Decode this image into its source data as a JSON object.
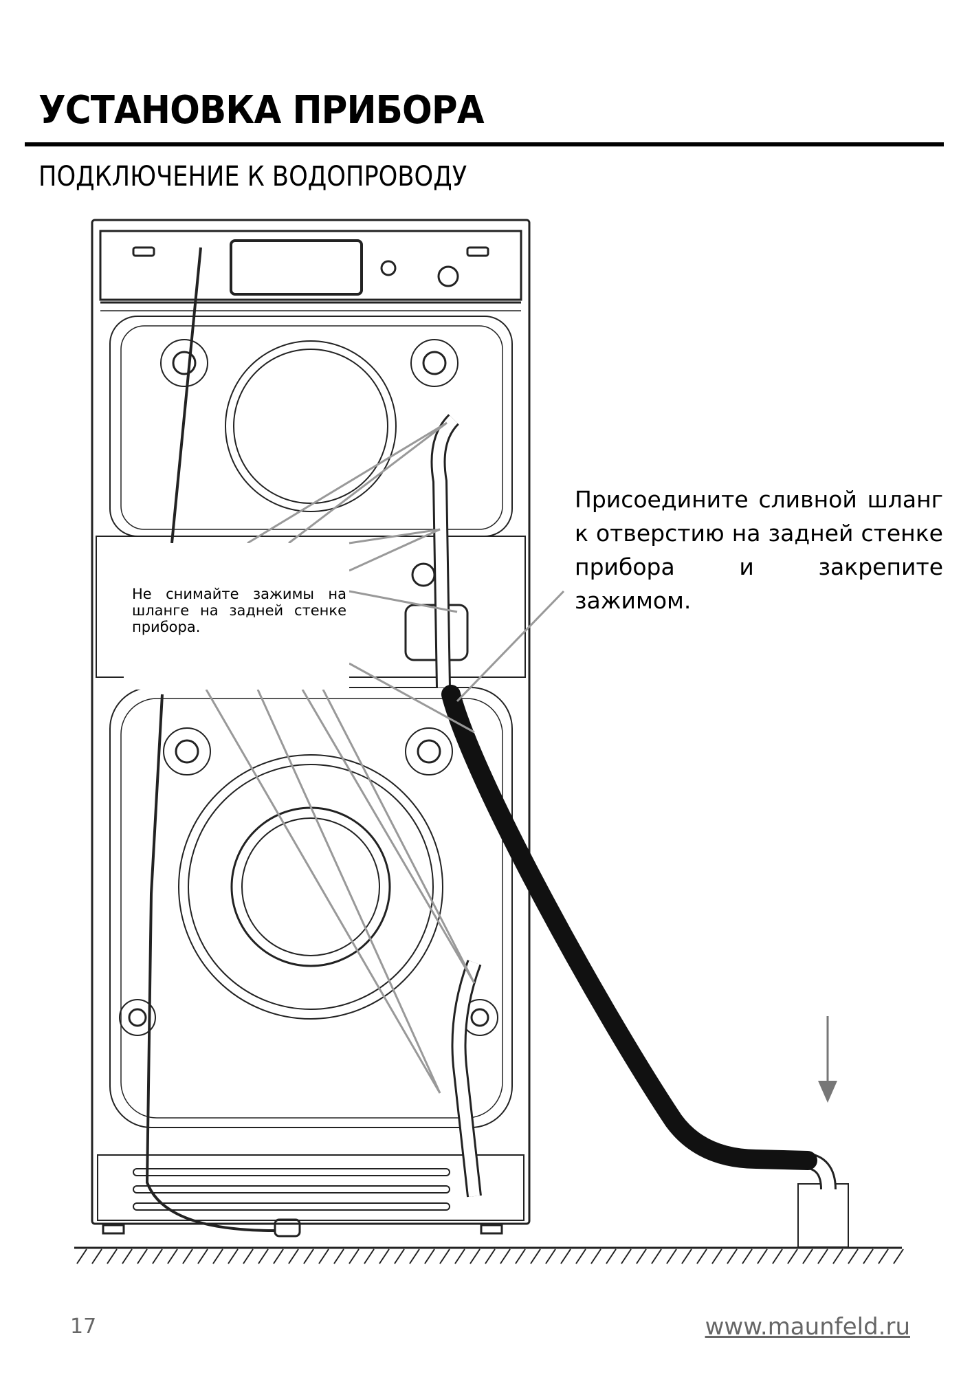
{
  "header": {
    "title": "УСТАНОВКА ПРИБОРА",
    "subtitle": "ПОДКЛЮЧЕНИЕ К ВОДОПРОВОДУ"
  },
  "figure": {
    "callout_note": "Не снимайте зажимы на шланге на задней стенке прибора.",
    "instruction": "Присоедините сливной шланг к отверстию на задней стенке прибора и закрепите зажимом."
  },
  "footer": {
    "page_number": "17",
    "website": "www.maunfeld.ru"
  }
}
